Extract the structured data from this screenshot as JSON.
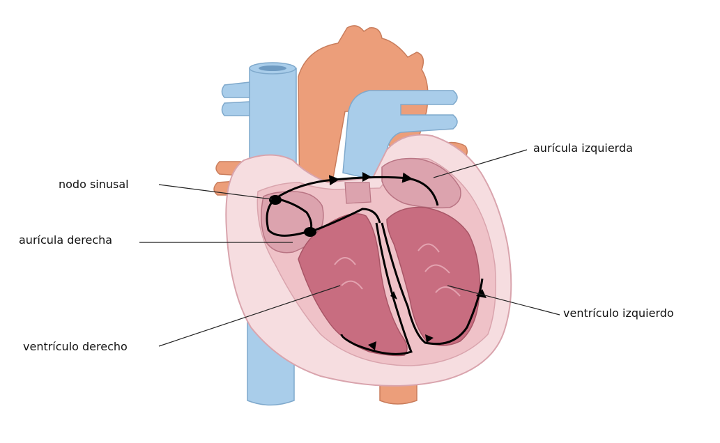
{
  "labels": {
    "left_atrium": "aurícula izquierda",
    "sinus_node": "nodo sinusal",
    "right_atrium": "aurícula derecha",
    "left_ventricle": "ventrículo izquierdo",
    "right_ventricle": "ventrículo derecho"
  },
  "colors": {
    "vein_blue": "#a9cdea",
    "aorta_orange": "#ec9e7a",
    "heart_outer": "#f6dde0",
    "heart_wall": "#efc2c8",
    "chamber": "#c86d80",
    "atrium": "#dca3ae",
    "conduction_path": "#000000"
  }
}
